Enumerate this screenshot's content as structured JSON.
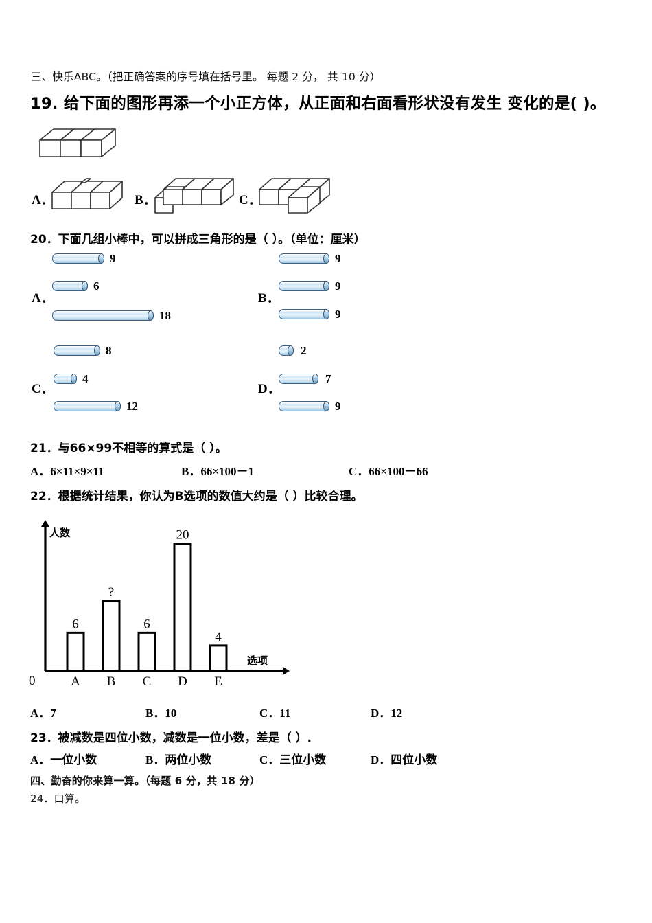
{
  "sections": {
    "three": "三、快乐ABC。（把正确答案的序号填在括号里。 每题 2 分， 共 10 分）",
    "four": "四、勤奋的你来算一算。（每题 6 分，共 18 分）"
  },
  "q19": {
    "stem": "19. 给下面的图形再添一个小正方体，从正面和右面看形状没有发生 变化的是(    )。",
    "options": [
      "A．",
      "B．",
      "C．"
    ],
    "figure_names": [
      "base-shape-row-of-three-cubes",
      "option-a-shape",
      "option-b-shape",
      "option-c-shape"
    ]
  },
  "q20": {
    "stem": "20．下面几组小棒中，可以拼成三角形的是（    ）。（单位：厘米）",
    "groups": [
      {
        "letter": "A．",
        "lengths": [
          "9",
          "6",
          "18"
        ]
      },
      {
        "letter": "B．",
        "lengths": [
          "9",
          "9",
          "9"
        ]
      },
      {
        "letter": "C．",
        "lengths": [
          "8",
          "4",
          "12"
        ]
      },
      {
        "letter": "D．",
        "lengths": [
          "2",
          "7",
          "9"
        ]
      }
    ]
  },
  "q21": {
    "stem": "21．与66×99不相等的算式是（    ）。",
    "options": [
      "A．6×11×9×11",
      "B．66×100－1",
      "C．66×100－66"
    ]
  },
  "q22": {
    "stem": "22．根据统计结果，你认为B选项的数值大约是（     ）比较合理。",
    "options": [
      "A．7",
      "B．10",
      "C．11",
      "D．12"
    ]
  },
  "q23": {
    "stem": "23．被减数是四位小数，减数是一位小数，差是（    ）.",
    "options": [
      "A．一位小数",
      "B．两位小数",
      "C．三位小数",
      "D．四位小数"
    ]
  },
  "q24": {
    "stem": "24．口算。"
  },
  "chart_data": {
    "type": "bar",
    "title": "",
    "xlabel": "选项",
    "ylabel": "人数",
    "origin_label": "0",
    "categories": [
      "A",
      "B",
      "C",
      "D",
      "E"
    ],
    "values": [
      6,
      11,
      6,
      20,
      4
    ],
    "value_labels": [
      "6",
      "?",
      "6",
      "20",
      "4"
    ],
    "ylim": [
      0,
      22
    ],
    "grid": false,
    "legend": "none",
    "axis_color": "#000000"
  },
  "colors": {
    "ink": "#000000",
    "stick_fill": "#d2e8f6",
    "stick_edge": "#3d5f84"
  }
}
